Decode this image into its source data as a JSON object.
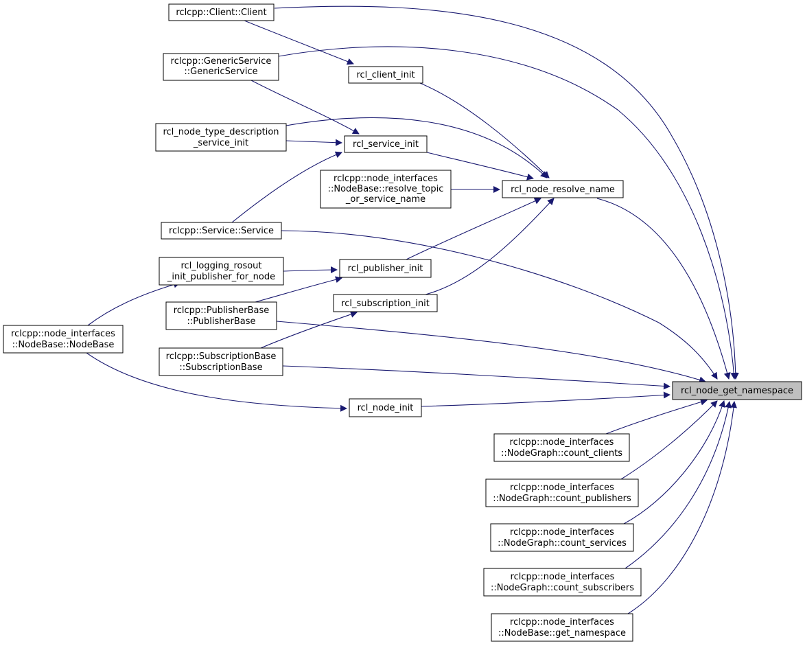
{
  "colors": {
    "edge": "#191970",
    "node_fill": "#ffffff",
    "focus_fill": "#bfbfbf",
    "node_stroke": "#000000"
  },
  "nodes": {
    "client": {
      "lines": [
        "rclcpp::Client::Client"
      ]
    },
    "generic_service": {
      "lines": [
        "rclcpp::GenericService",
        "::GenericService"
      ]
    },
    "client_init": {
      "lines": [
        "rcl_client_init"
      ]
    },
    "type_desc": {
      "lines": [
        "rcl_node_type_description",
        "_service_init"
      ]
    },
    "service_init": {
      "lines": [
        "rcl_service_init"
      ]
    },
    "resolve_topic": {
      "lines": [
        "rclcpp::node_interfaces",
        "::NodeBase::resolve_topic",
        "_or_service_name"
      ]
    },
    "resolve_name": {
      "lines": [
        "rcl_node_resolve_name"
      ]
    },
    "service": {
      "lines": [
        "rclcpp::Service::Service"
      ]
    },
    "rosout": {
      "lines": [
        "rcl_logging_rosout",
        "_init_publisher_for_node"
      ]
    },
    "publisher_init": {
      "lines": [
        "rcl_publisher_init"
      ]
    },
    "subscription_init": {
      "lines": [
        "rcl_subscription_init"
      ]
    },
    "publisher_base": {
      "lines": [
        "rclcpp::PublisherBase",
        "::PublisherBase"
      ]
    },
    "nodebase": {
      "lines": [
        "rclcpp::node_interfaces",
        "::NodeBase::NodeBase"
      ]
    },
    "subscription_base": {
      "lines": [
        "rclcpp::SubscriptionBase",
        "::SubscriptionBase"
      ]
    },
    "get_namespace": {
      "lines": [
        "rcl_node_get_namespace"
      ]
    },
    "node_init": {
      "lines": [
        "rcl_node_init"
      ]
    },
    "count_clients": {
      "lines": [
        "rclcpp::node_interfaces",
        "::NodeGraph::count_clients"
      ]
    },
    "count_publishers": {
      "lines": [
        "rclcpp::node_interfaces",
        "::NodeGraph::count_publishers"
      ]
    },
    "count_services": {
      "lines": [
        "rclcpp::node_interfaces",
        "::NodeGraph::count_services"
      ]
    },
    "count_subscribers": {
      "lines": [
        "rclcpp::node_interfaces",
        "::NodeGraph::count_subscribers"
      ]
    },
    "nodebase_get_namespace": {
      "lines": [
        "rclcpp::node_interfaces",
        "::NodeBase::get_namespace"
      ]
    }
  },
  "edges": [
    {
      "from": "client",
      "to": "client_init"
    },
    {
      "from": "client",
      "to": "get_namespace"
    },
    {
      "from": "generic_service",
      "to": "service_init"
    },
    {
      "from": "generic_service",
      "to": "get_namespace"
    },
    {
      "from": "client_init",
      "to": "resolve_name"
    },
    {
      "from": "type_desc",
      "to": "service_init"
    },
    {
      "from": "type_desc",
      "to": "resolve_name"
    },
    {
      "from": "service_init",
      "to": "resolve_name"
    },
    {
      "from": "resolve_topic",
      "to": "resolve_name"
    },
    {
      "from": "resolve_name",
      "to": "get_namespace"
    },
    {
      "from": "service",
      "to": "service_init"
    },
    {
      "from": "service",
      "to": "get_namespace"
    },
    {
      "from": "rosout",
      "to": "publisher_init"
    },
    {
      "from": "publisher_base",
      "to": "publisher_init"
    },
    {
      "from": "publisher_base",
      "to": "get_namespace"
    },
    {
      "from": "publisher_init",
      "to": "resolve_name"
    },
    {
      "from": "subscription_init",
      "to": "resolve_name"
    },
    {
      "from": "subscription_base",
      "to": "subscription_init"
    },
    {
      "from": "subscription_base",
      "to": "get_namespace"
    },
    {
      "from": "nodebase",
      "to": "rosout"
    },
    {
      "from": "nodebase",
      "to": "node_init"
    },
    {
      "from": "node_init",
      "to": "get_namespace"
    },
    {
      "from": "count_clients",
      "to": "get_namespace"
    },
    {
      "from": "count_publishers",
      "to": "get_namespace"
    },
    {
      "from": "count_services",
      "to": "get_namespace"
    },
    {
      "from": "count_subscribers",
      "to": "get_namespace"
    },
    {
      "from": "nodebase_get_namespace",
      "to": "get_namespace"
    }
  ]
}
